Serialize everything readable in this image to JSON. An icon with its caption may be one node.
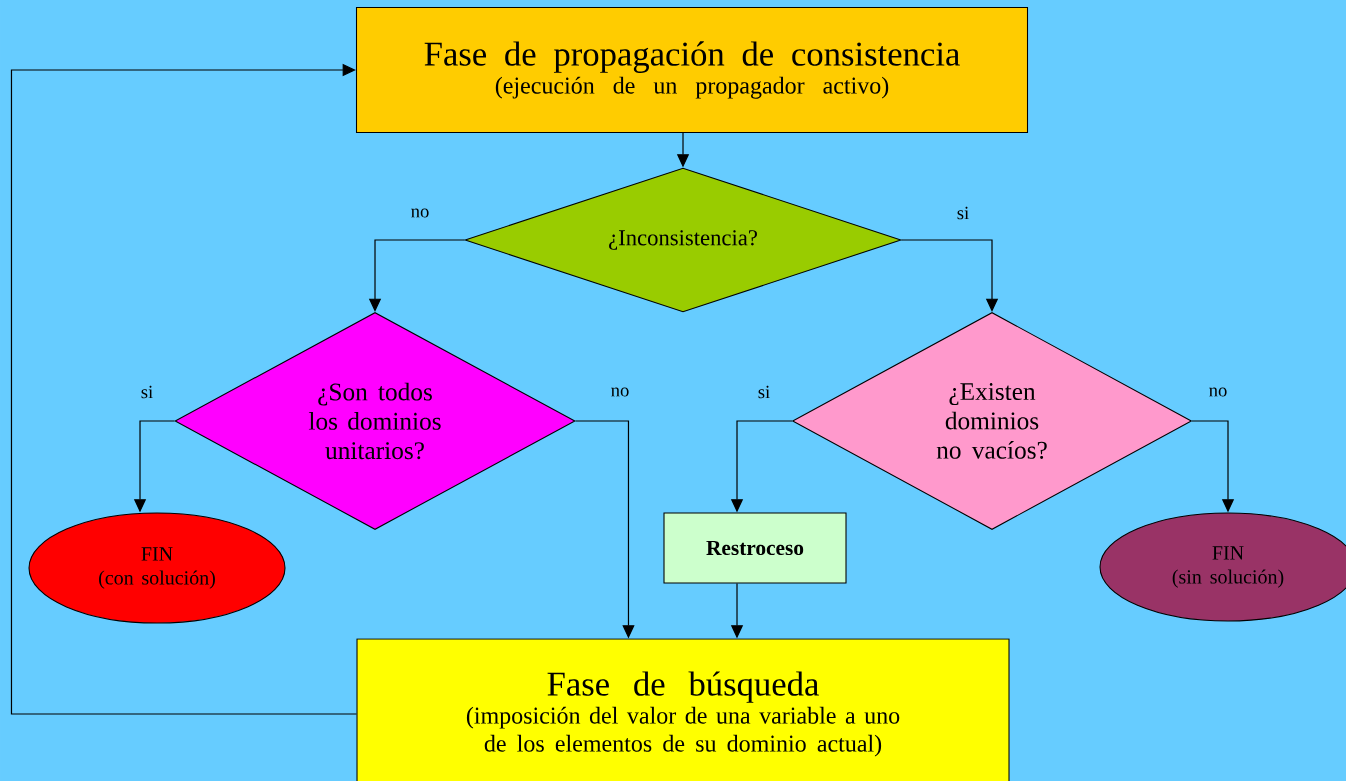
{
  "diagram": {
    "nodes": [
      {
        "text": [
          "Fase de propagación de consistencia",
          "(ejecución de un propagador activo)"
        ]
      },
      {
        "text": [
          "¿Inconsistencia?"
        ]
      },
      {
        "text": [
          "¿Son todos los dominios unitarios?"
        ]
      },
      {
        "text": [
          "¿Existen dominios no vacíos?"
        ]
      },
      {
        "text": [
          "FIN",
          "(con solución)"
        ]
      },
      {
        "text": [
          "Restroceso"
        ]
      },
      {
        "text": [
          "FIN",
          "(sin solución)"
        ]
      },
      {
        "text": [
          "Fase de búsqueda",
          "(imposición del valor de una variable a uno de los elementos de su dominio actual)"
        ]
      }
    ],
    "edges": [
      {
        "from": 0,
        "to": 1,
        "arrow": "to"
      },
      {
        "from": 1,
        "to": 2,
        "arrow": "to",
        "label": "no"
      },
      {
        "from": 1,
        "to": 3,
        "arrow": "to",
        "label": "si"
      },
      {
        "from": 2,
        "to": 4,
        "arrow": "to",
        "label": "si"
      },
      {
        "from": 2,
        "to": 7,
        "arrow": "to",
        "label": "no"
      },
      {
        "from": 3,
        "to": 5,
        "arrow": "to",
        "label": "si"
      },
      {
        "from": 3,
        "to": 6,
        "arrow": "to",
        "label": "no"
      },
      {
        "from": 5,
        "to": 7,
        "arrow": "to"
      },
      {
        "from": 7,
        "to": 0,
        "arrow": "to"
      }
    ]
  }
}
